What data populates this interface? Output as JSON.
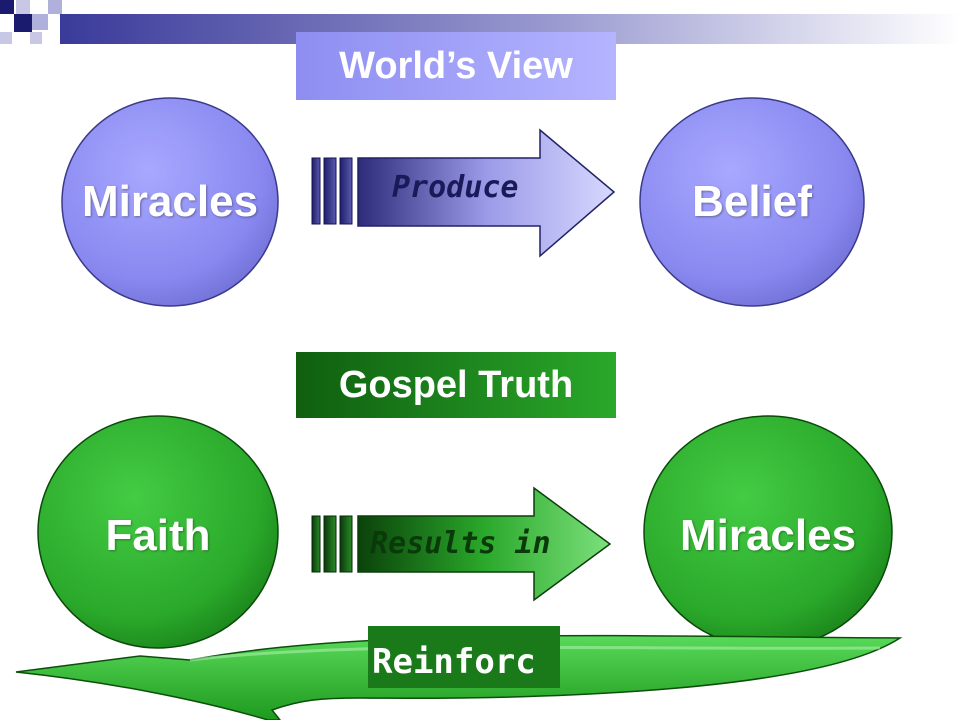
{
  "worlds_view": {
    "title": "World’s View",
    "left_circle": "Miracles",
    "arrow_label": "Produce",
    "right_circle": "Belief"
  },
  "gospel_truth": {
    "title": "Gospel Truth",
    "left_circle": "Faith",
    "arrow_label": "Results in",
    "right_circle": "Miracles",
    "feedback_label": "Reinforc\nes"
  },
  "colors": {
    "blue_circle": "#8c8cf0",
    "blue_title_bg": "#9a9af5",
    "green_circle": "#2fb52f",
    "green_title_bg": "#1e8a1e",
    "green_dark": "#0d4f0d",
    "accent_navy": "#1a1a6e"
  }
}
